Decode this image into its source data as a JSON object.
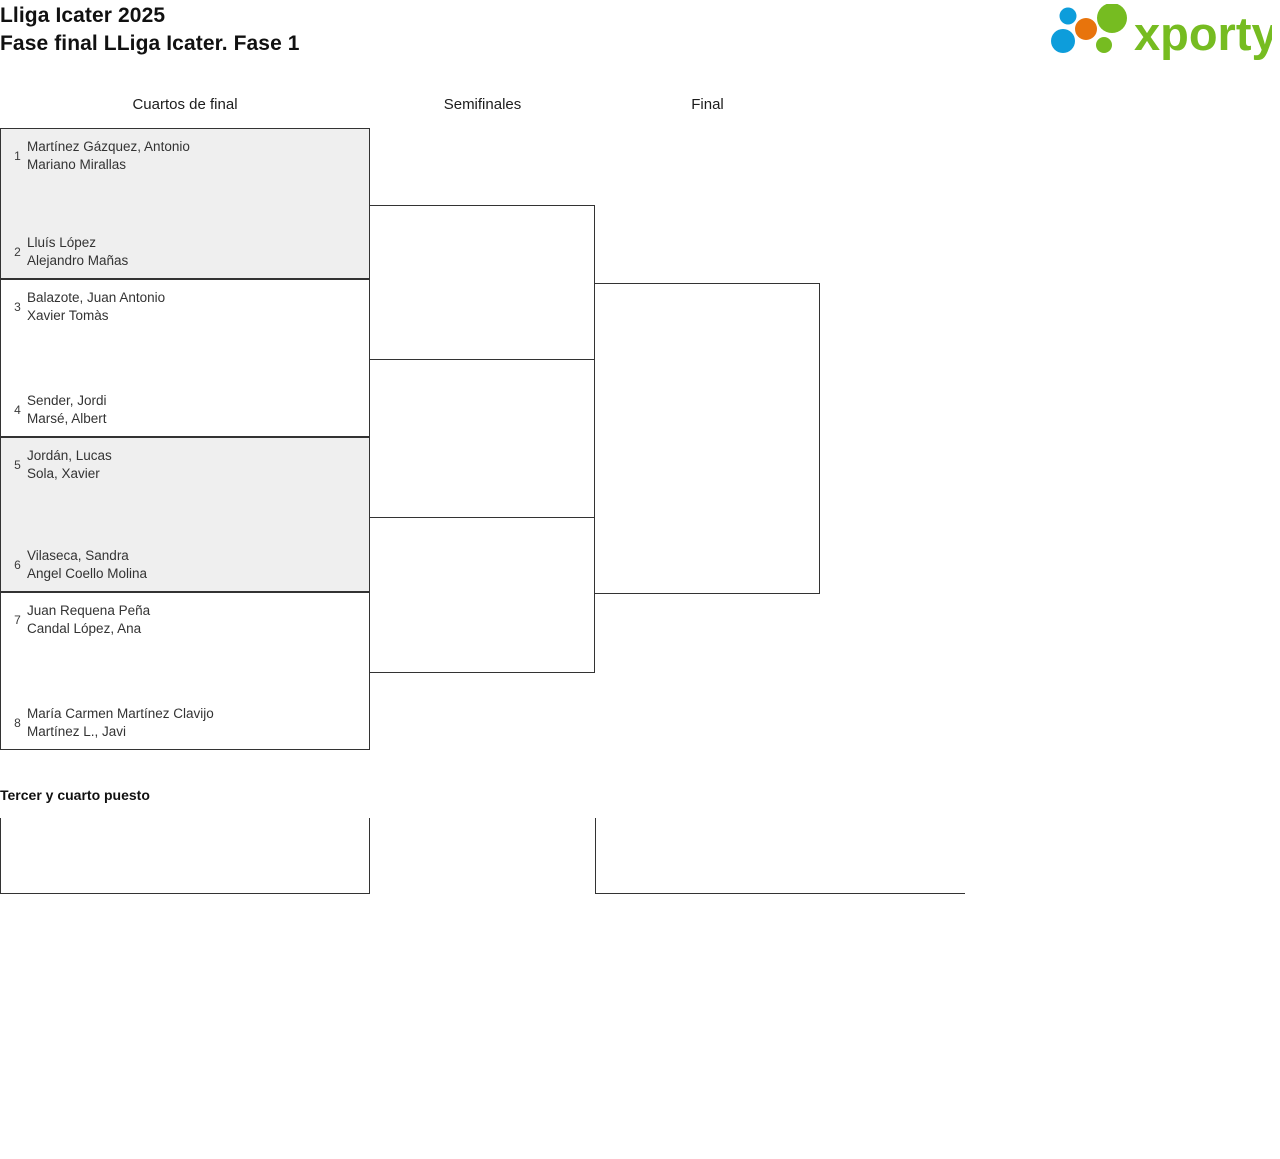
{
  "header": {
    "tournament_title": "Lliga Icater 2025",
    "phase_title": "Fase final LLiga Icater. Fase 1",
    "logo": {
      "wordmark": "xporty",
      "dot_colors": [
        "#0d9ddb",
        "#e8740c",
        "#76bc21",
        "#76bc21",
        "#0d9ddb"
      ],
      "text_color": "#76bc21"
    }
  },
  "rounds": [
    {
      "key": "quarterfinals",
      "label": "Cuartos de final"
    },
    {
      "key": "semifinals",
      "label": "Semifinales"
    },
    {
      "key": "final",
      "label": "Final"
    }
  ],
  "bracket": {
    "quarterfinals": [
      {
        "shaded": true,
        "top": {
          "seed": "1",
          "player1": "Martínez Gázquez, Antonio",
          "player2": "Mariano Mirallas"
        },
        "bottom": {
          "seed": "2",
          "player1": "Lluís López",
          "player2": "Alejandro Mañas"
        }
      },
      {
        "shaded": false,
        "top": {
          "seed": "3",
          "player1": "Balazote, Juan Antonio",
          "player2": "Xavier Tomàs"
        },
        "bottom": {
          "seed": "4",
          "player1": "Sender, Jordi",
          "player2": "Marsé, Albert"
        }
      },
      {
        "shaded": true,
        "top": {
          "seed": "5",
          "player1": "Jordán, Lucas",
          "player2": "Sola, Xavier"
        },
        "bottom": {
          "seed": "6",
          "player1": "Vilaseca, Sandra",
          "player2": "Angel Coello Molina"
        }
      },
      {
        "shaded": false,
        "top": {
          "seed": "7",
          "player1": "Juan Requena Peña",
          "player2": "Candal López, Ana"
        },
        "bottom": {
          "seed": "8",
          "player1": "María Carmen Martínez Clavijo",
          "player2": "Martínez L., Javi"
        }
      }
    ],
    "semifinals": [
      {
        "top": {
          "seed": "",
          "player1": "",
          "player2": ""
        },
        "bottom": {
          "seed": "",
          "player1": "",
          "player2": ""
        }
      },
      {
        "top": {
          "seed": "",
          "player1": "",
          "player2": ""
        },
        "bottom": {
          "seed": "",
          "player1": "",
          "player2": ""
        }
      }
    ],
    "final": [
      {
        "top": {
          "seed": "",
          "player1": "",
          "player2": ""
        },
        "bottom": {
          "seed": "",
          "player1": "",
          "player2": ""
        }
      }
    ]
  },
  "third_place": {
    "title": "Tercer y cuarto puesto",
    "left": {
      "seed": "",
      "player1": "",
      "player2": ""
    },
    "right": {
      "seed": "",
      "player1": "",
      "player2": ""
    }
  }
}
